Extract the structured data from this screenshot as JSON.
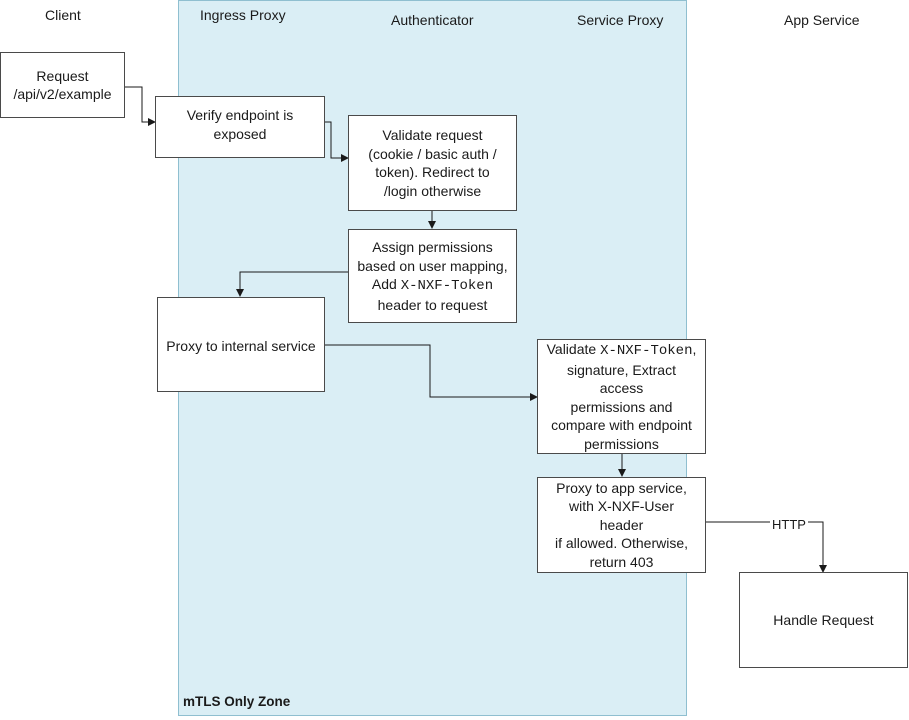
{
  "lanes": {
    "client": "Client",
    "ingress": "Ingress Proxy",
    "authenticator": "Authenticator",
    "service_proxy": "Service Proxy",
    "app_service": "App Service"
  },
  "zone_label": "mTLS Only Zone",
  "boxes": {
    "request": [
      "Request",
      "/api/v2/example"
    ],
    "verify": [
      "Verify endpoint is",
      "exposed"
    ],
    "validate_request": [
      "Validate request",
      "(cookie / basic auth /",
      "token). Redirect to",
      "/login otherwise"
    ],
    "assign": {
      "line1": "Assign permissions",
      "line2": "based on user mapping,",
      "line3_prefix": "Add ",
      "line3_code": "X-NXF-Token",
      "line4": "header to request"
    },
    "proxy_internal": "Proxy to internal service",
    "validate_token": {
      "line1_prefix": "Validate ",
      "line1_code": "X-NXF-Token",
      "line1_suffix": ",",
      "line2": "signature, Extract access",
      "line3": "permissions and",
      "line4": "compare with endpoint",
      "line5": "permissions"
    },
    "proxy_app": [
      "Proxy to app service,",
      "with X-NXF-User header",
      "if allowed. Otherwise,",
      "return 403"
    ],
    "handle": "Handle Request"
  },
  "edge_label": "HTTP"
}
